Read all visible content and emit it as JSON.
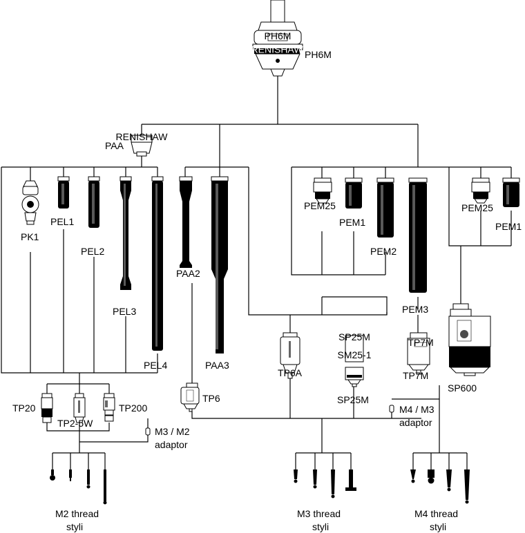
{
  "heads": {
    "ph6m": "PH6M"
  },
  "adaptors": {
    "paa": "PAA",
    "m3m2": [
      "M3 / M2",
      "adaptor"
    ],
    "m4m3": [
      "M4 / M3",
      "adaptor"
    ]
  },
  "extensions": {
    "pk1": "PK1",
    "pel1": "PEL1",
    "pel2": "PEL2",
    "pel3": "PEL3",
    "pel4": "PEL4",
    "paa2": "PAA2",
    "paa3": "PAA3",
    "pem25a": "PEM25",
    "pem1a": "PEM1",
    "pem2": "PEM2",
    "pem3": "PEM3",
    "pem25b": "PEM25",
    "pem1b": "PEM1"
  },
  "probes": {
    "tp20": "TP20",
    "tp2_5w": "TP2-5W",
    "tp200": "TP200",
    "tp6": "TP6",
    "tp6a": "TP6A",
    "sp25m": "SP25M",
    "tp7m": "TP7M",
    "sp600": "SP600"
  },
  "styli": {
    "m2": [
      "M2 thread",
      "styli"
    ],
    "m3": [
      "M3 thread",
      "styli"
    ],
    "m4": [
      "M4 thread",
      "styli"
    ]
  },
  "body_text": {
    "brand": "RENISHAW",
    "ph6m_badge": "PH6M",
    "paa_badge": "RENISHAW",
    "tp7m_badge": "TP7M",
    "sp25m_badge_top": "SP25M",
    "sp25m_badge_bottom": "SM25-1"
  }
}
